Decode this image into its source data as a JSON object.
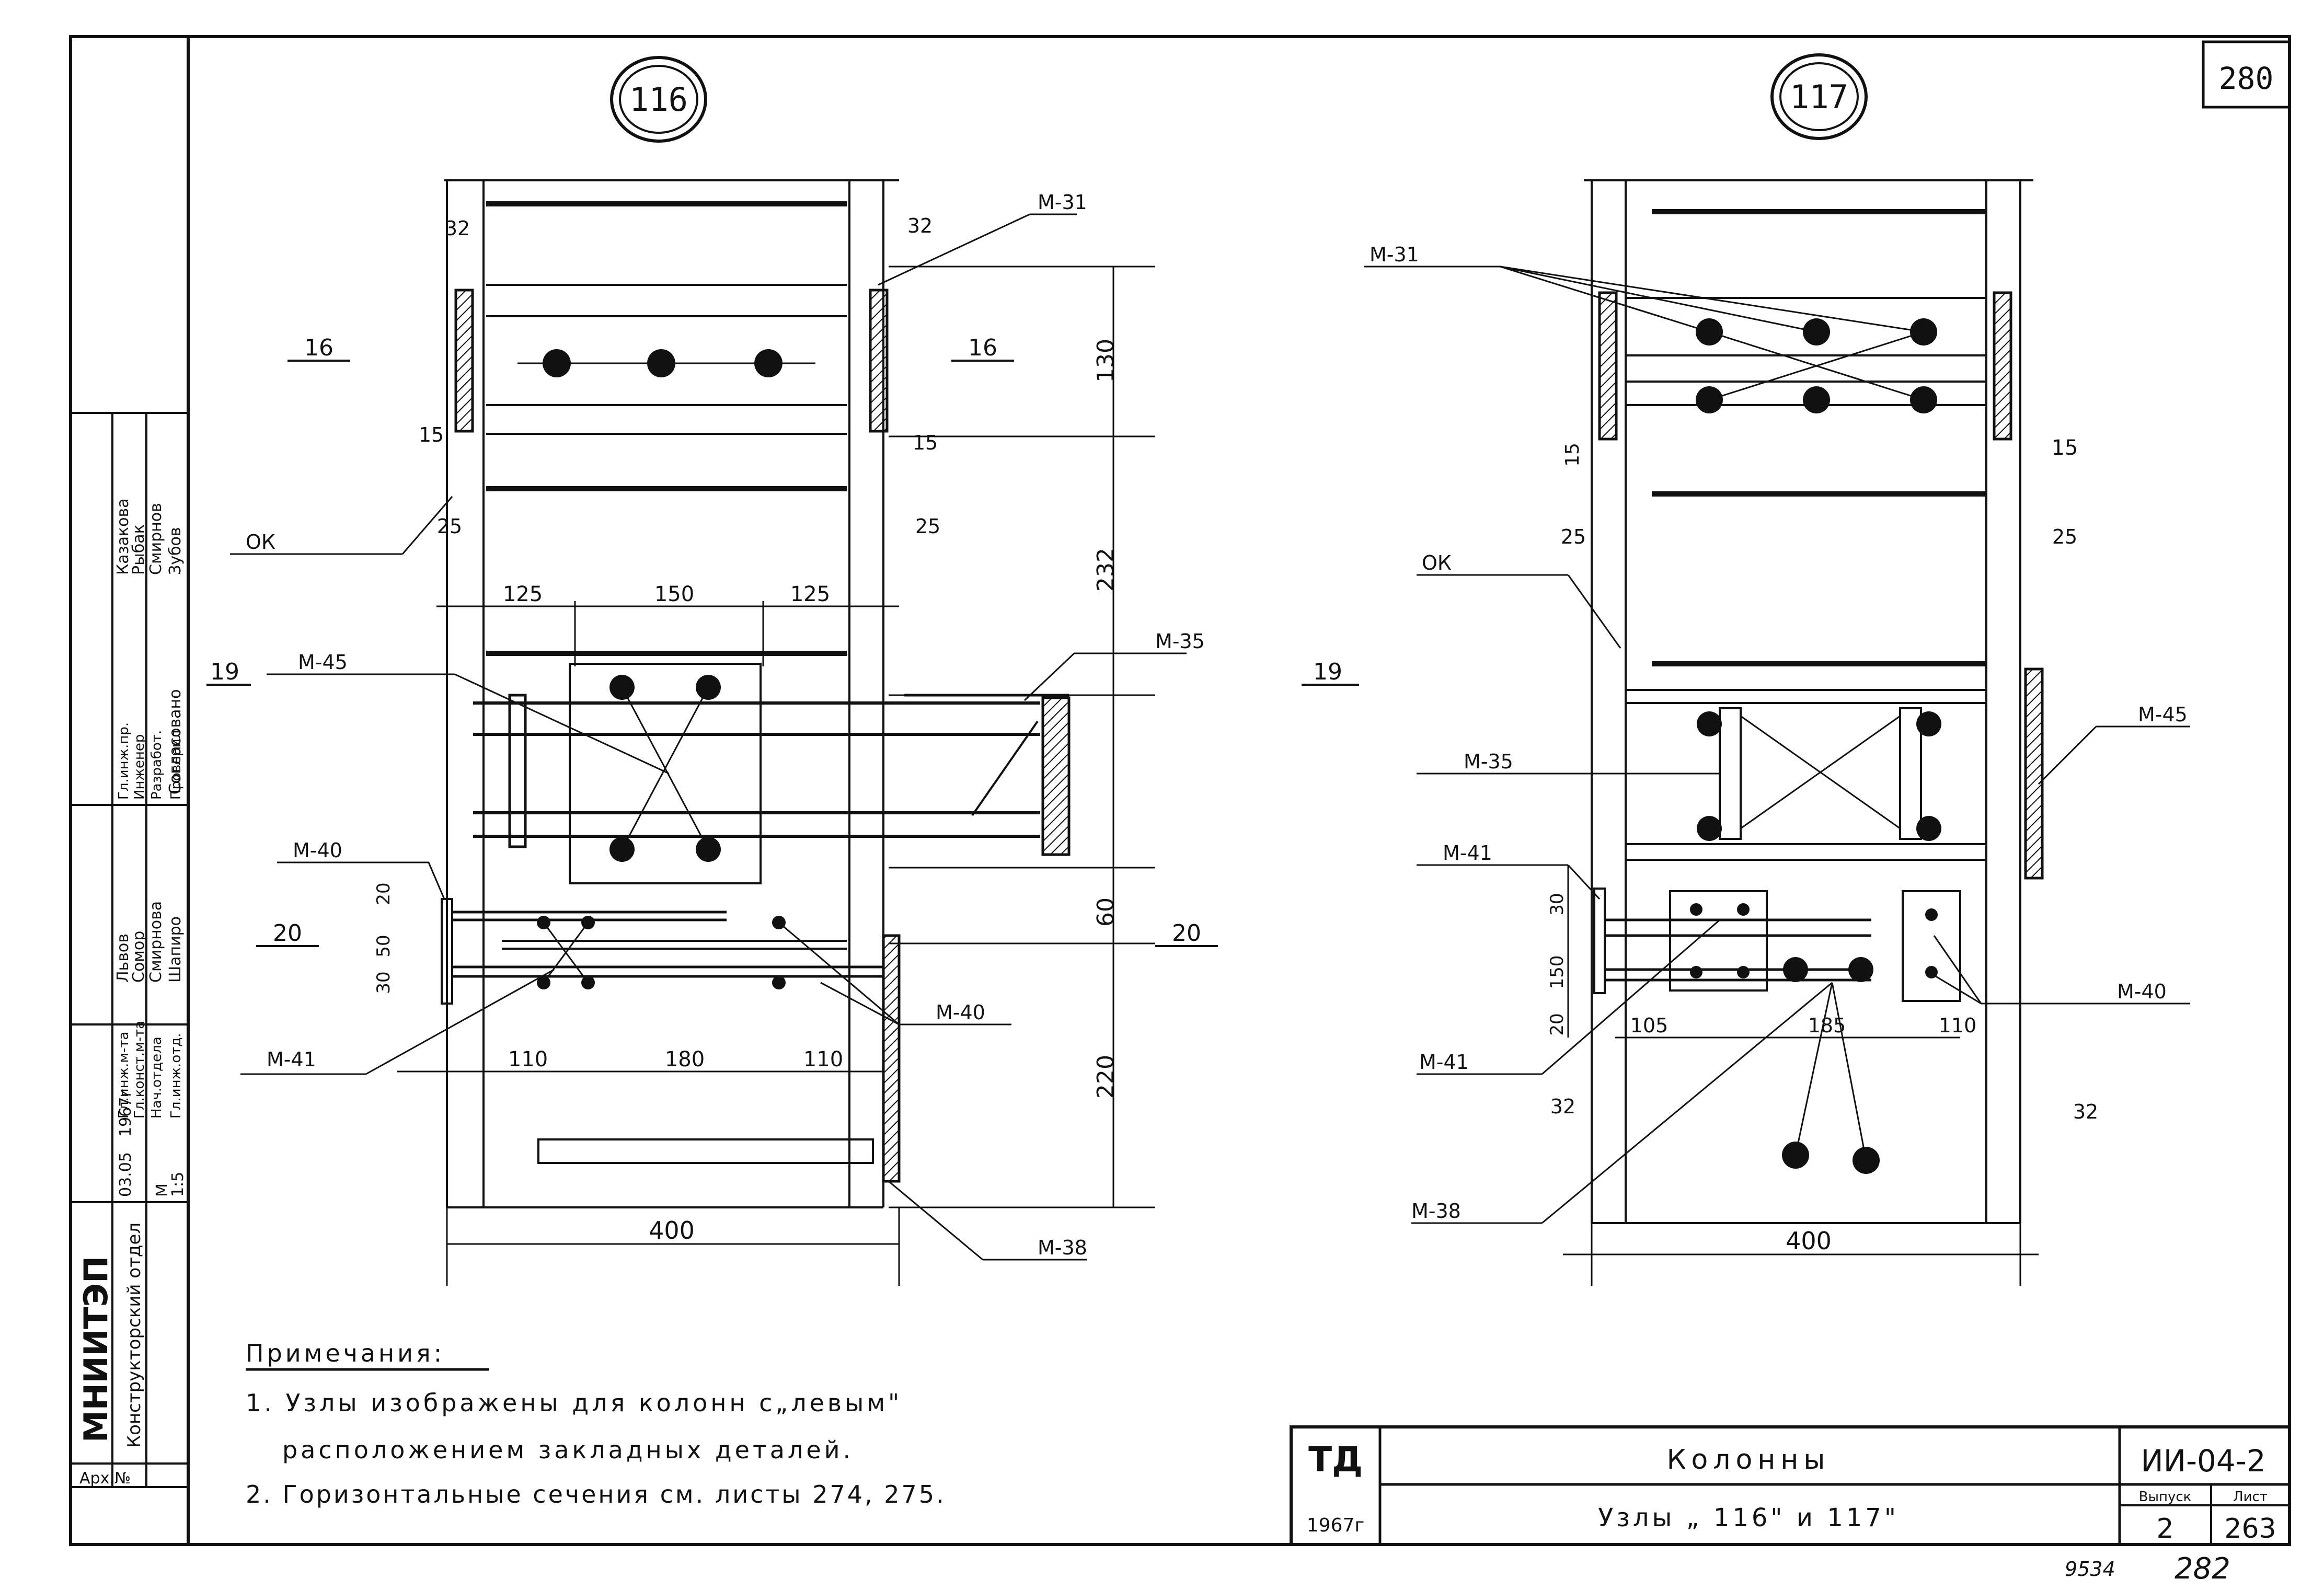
{
  "sheet_number": "280",
  "node_116": {
    "id": "116",
    "sections": {
      "s16": "16",
      "s19": "19",
      "s20": "20"
    },
    "labels": {
      "m31": "М-31",
      "m35": "М-35",
      "m45": "М-45",
      "m40a": "М-40",
      "m40b": "М-40",
      "m41": "М-41",
      "m38": "М-38",
      "ok": "ОК"
    },
    "dims": {
      "d32l": "32",
      "d32r": "32",
      "d15l": "15",
      "d15r": "15",
      "d25l": "25",
      "d25r": "25",
      "d125a": "125",
      "d150": "150",
      "d125b": "125",
      "d130": "130",
      "d232": "232",
      "d60": "60",
      "d220": "220",
      "d20": "20",
      "d30": "30",
      "d50": "50",
      "d110a": "110",
      "d180": "180",
      "d110b": "110",
      "d400": "400"
    }
  },
  "node_117": {
    "id": "117",
    "sections": {
      "s19": "19"
    },
    "labels": {
      "m31": "М-31",
      "m35": "М-35",
      "m45": "М-45",
      "m41a": "М-41",
      "m41b": "М-41",
      "m40": "М-40",
      "m38": "М-38",
      "ok": "ОК"
    },
    "dims": {
      "d15l": "15",
      "d15r": "15",
      "d25l": "25",
      "d25r": "25",
      "d30": "30",
      "d150": "150",
      "d20": "20",
      "d105": "105",
      "d185": "185",
      "d110": "110",
      "d32l": "32",
      "d32r": "32",
      "d400": "400"
    }
  },
  "notes": {
    "heading": "Примечания:",
    "line1": "1. Узлы изображены для колонн с„левым\"",
    "line2": "расположением закладных деталей.",
    "line3": "2. Горизонтальные сечения см. листы 274, 275."
  },
  "title_block": {
    "org_code": "ТД",
    "year": "1967г",
    "title": "Колонны",
    "subtitle": "Узлы „ 116\" и 117\"",
    "series": "ИИ-04-2",
    "issue_label": "Выпуск",
    "issue": "2",
    "sheet_label": "Лист",
    "sheet": "263"
  },
  "side_stamp": {
    "organization": "МНИИТЭП",
    "department": "Конструкторский отдел",
    "arch": "Арх.№",
    "agreed": "Согласовано",
    "date1": "03.05",
    "date2": "1967г",
    "scale_label": "М",
    "scale": "1:5",
    "roles": [
      "Гл.инж.м-та",
      "Гл.конст.м-та",
      "Нач.отдела",
      "Гл.инж.отд."
    ],
    "names1": [
      "Львов",
      "Сомор",
      "Смирнова",
      "Шапиро"
    ],
    "roles2": [
      "Гл.инж.пр.",
      "Инженер",
      "Разработ.",
      "Проверил"
    ],
    "names2": [
      "Казакова",
      "Рыбак",
      "Смирнов",
      "Зубов"
    ]
  },
  "archive": {
    "num1": "9534",
    "num2": "282"
  }
}
